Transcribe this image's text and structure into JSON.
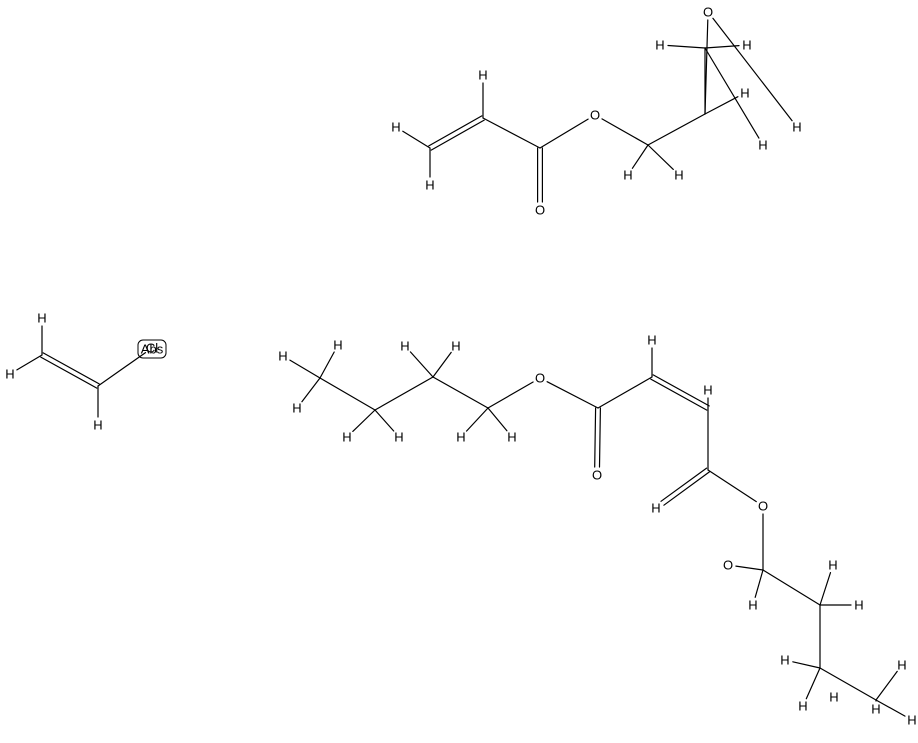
{
  "diagram": {
    "molecules": [
      {
        "id": "hydroxypropyl-acrylate",
        "atoms": [
          {
            "label": "H"
          },
          {
            "label": "H"
          },
          {
            "label": "H"
          },
          {
            "label": "O"
          },
          {
            "label": "O"
          },
          {
            "label": "H"
          },
          {
            "label": "H"
          },
          {
            "label": "H"
          },
          {
            "label": "O"
          },
          {
            "label": "H"
          },
          {
            "label": "H"
          },
          {
            "label": "H"
          },
          {
            "label": "H"
          }
        ]
      },
      {
        "id": "vinyl-chloride",
        "atoms": [
          {
            "label": "H"
          },
          {
            "label": "H"
          },
          {
            "label": "H"
          },
          {
            "label": "Cl"
          }
        ],
        "badge": "Abs"
      },
      {
        "id": "dibutyl-maleate",
        "atoms": [
          {
            "label": "H"
          },
          {
            "label": "H"
          },
          {
            "label": "H"
          },
          {
            "label": "H"
          },
          {
            "label": "H"
          },
          {
            "label": "H"
          },
          {
            "label": "H"
          },
          {
            "label": "H"
          },
          {
            "label": "H"
          },
          {
            "label": "H"
          },
          {
            "label": "O"
          },
          {
            "label": "O"
          },
          {
            "label": "H"
          },
          {
            "label": "H"
          },
          {
            "label": "O"
          },
          {
            "label": "O"
          },
          {
            "label": "H"
          },
          {
            "label": "H"
          },
          {
            "label": "H"
          },
          {
            "label": "H"
          },
          {
            "label": "H"
          },
          {
            "label": "H"
          },
          {
            "label": "H"
          },
          {
            "label": "H"
          },
          {
            "label": "H"
          }
        ]
      }
    ]
  }
}
